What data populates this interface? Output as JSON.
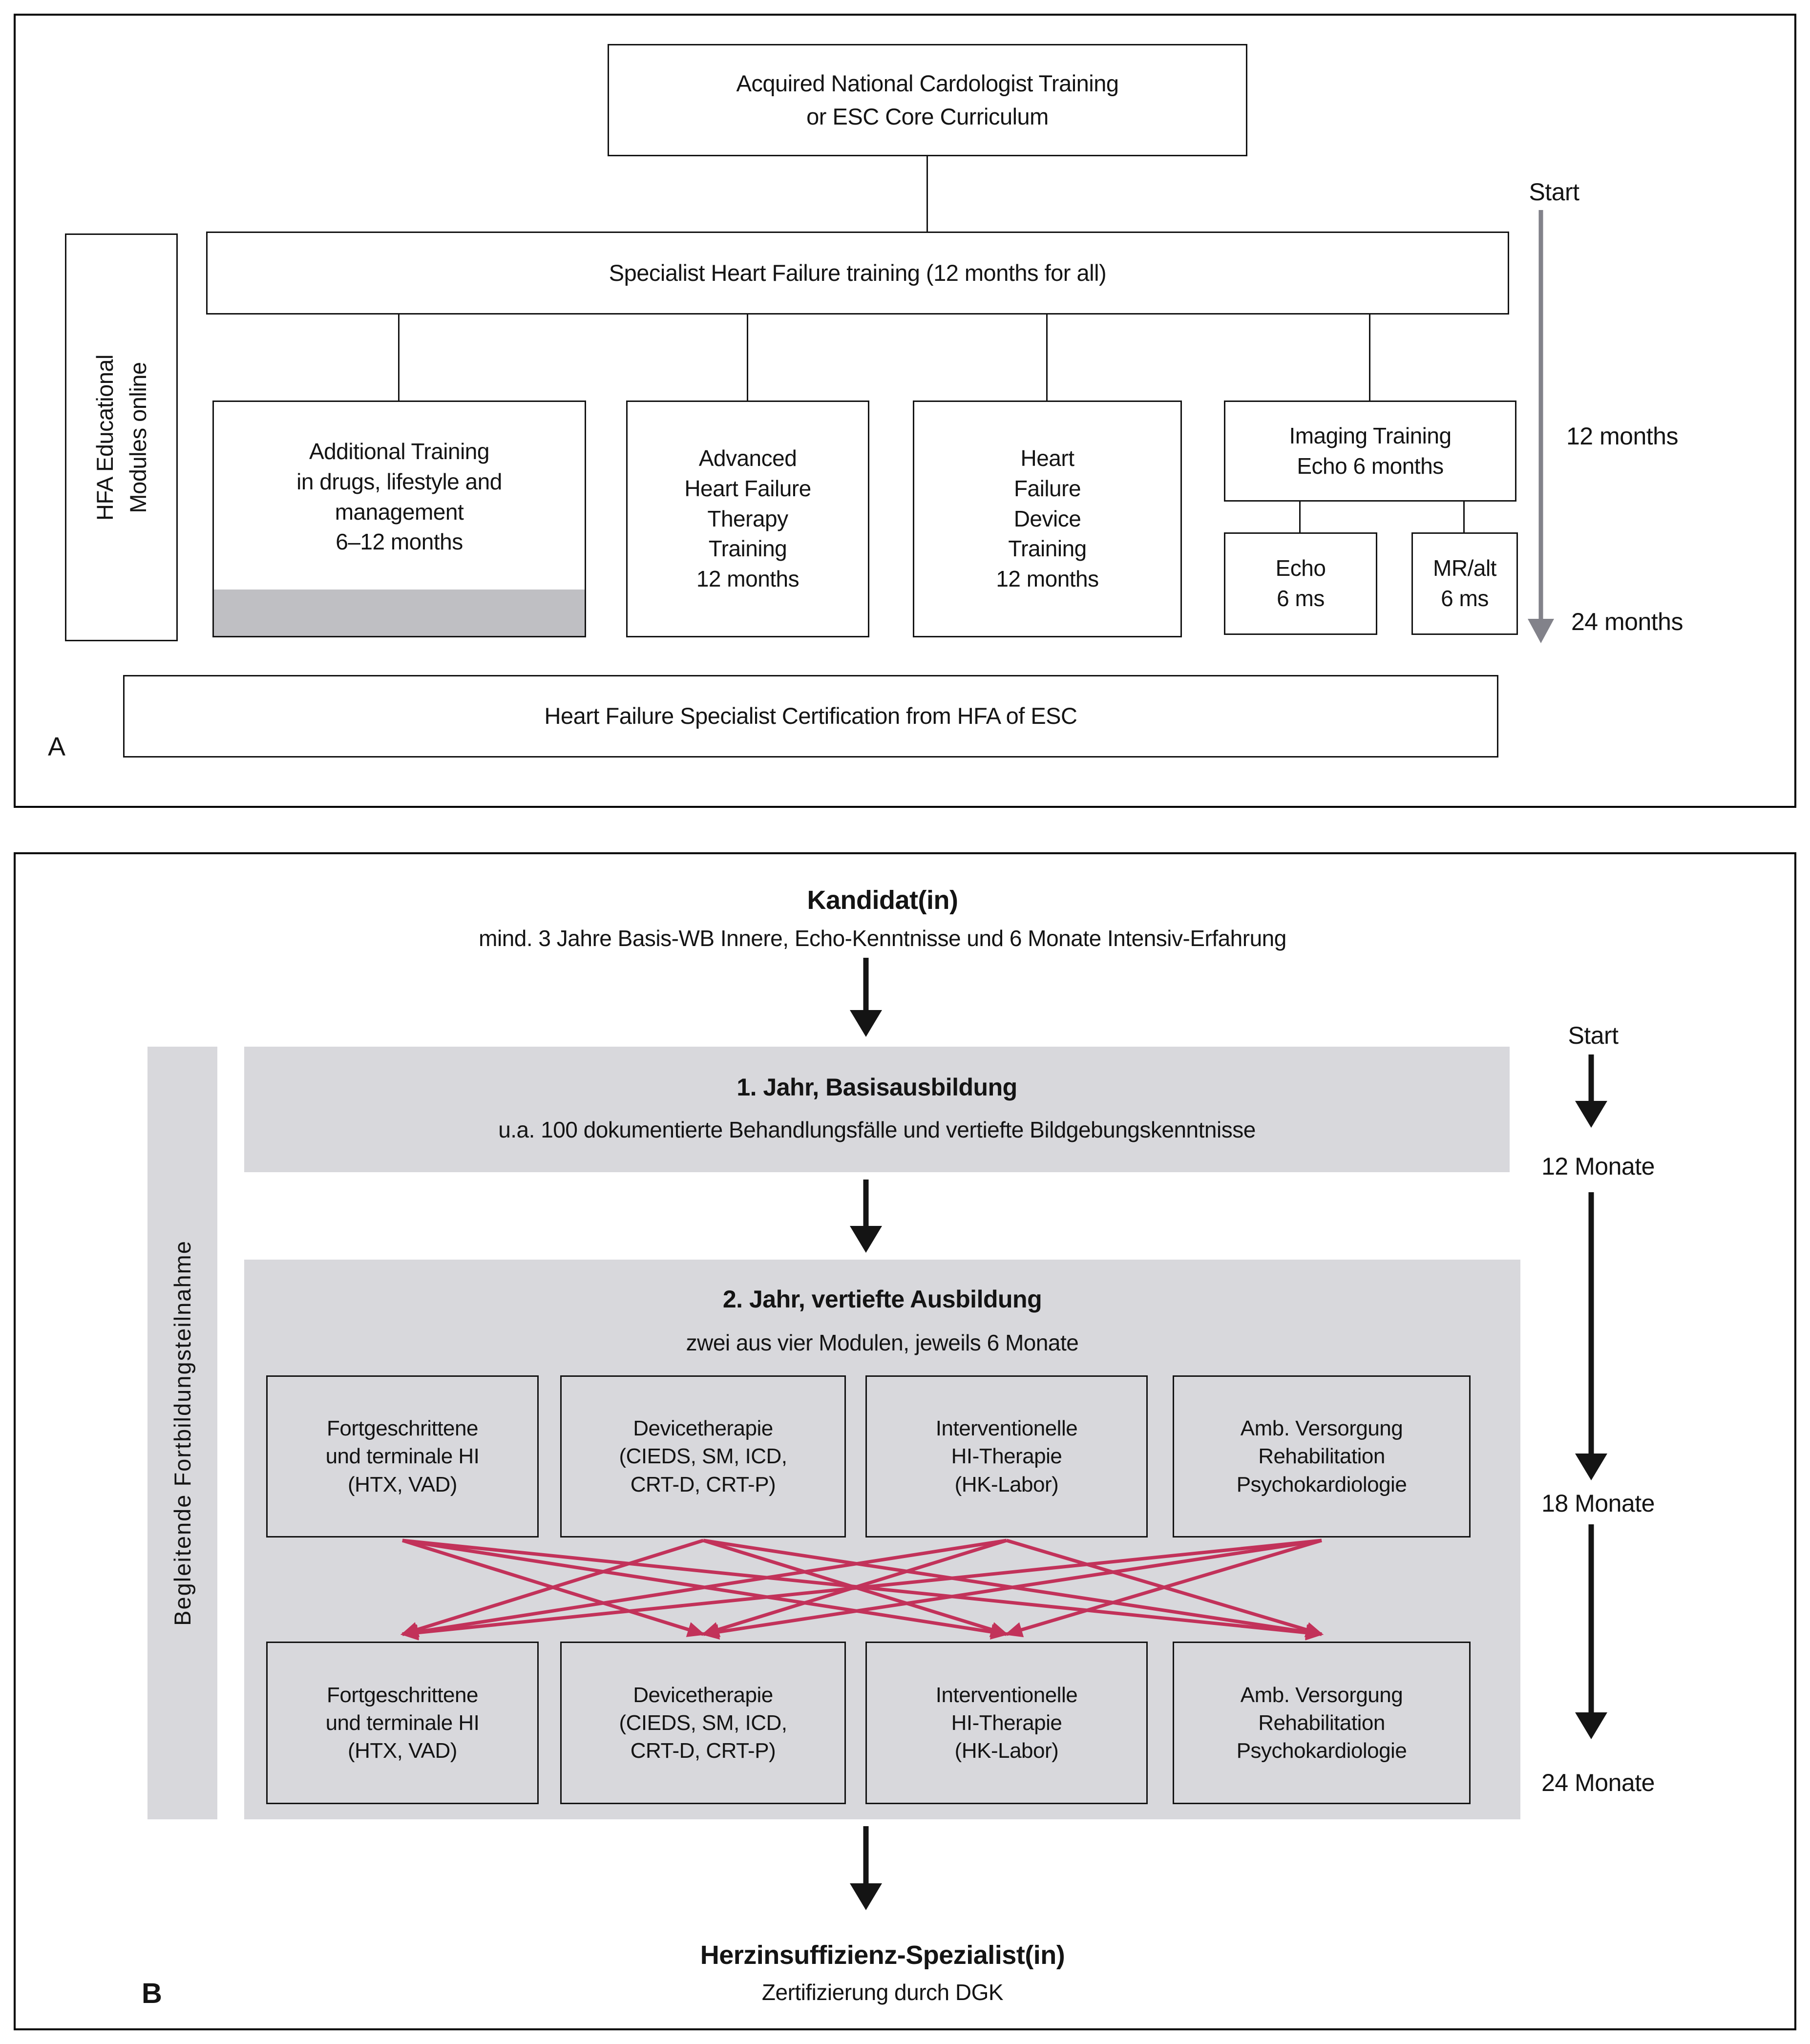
{
  "colors": {
    "ink": "#141414",
    "panel_gray": "#d8d8dc",
    "strip_gray": "#bfbfc3",
    "arrow_gray": "#82828a",
    "arrow_red": "#c2325a"
  },
  "panel_a": {
    "label": "A",
    "top_box": "Acquired National Cardologist Training\nor ESC Core Curriculum",
    "side_box": "HFA Educational\nModules online",
    "specialist_box": "Specialist Heart Failure training (12 months for all)",
    "additional_box": "Additional Training\nin drugs, lifestyle and\nmanagement\n6–12 months",
    "advanced_box": "Advanced\nHeart Failure\nTherapy\nTraining\n12 months",
    "device_box": "Heart\nFailure\nDevice\nTraining\n12 months",
    "imaging_box": "Imaging Training\nEcho 6 months",
    "echo_box": "Echo\n6 ms",
    "mr_box": "MR/alt\n6 ms",
    "certification_box": "Heart Failure Specialist Certification from HFA of ESC",
    "timeline": {
      "start": "Start",
      "m12": "12 months",
      "m24": "24 months"
    }
  },
  "panel_b": {
    "label": "B",
    "title": "Kandidat(in)",
    "subtitle": "mind. 3 Jahre Basis-WB Innere, Echo-Kenntnisse und 6 Monate Intensiv-Erfahrung",
    "sidebar": "Begleitende Fortbildungsteilnahme",
    "year1_title": "1. Jahr, Basisausbildung",
    "year1_subtitle": "u.a. 100 dokumentierte Behandlungsfälle und vertiefte Bildgebungskenntnisse",
    "year2_title": "2. Jahr, vertiefte Ausbildung",
    "year2_subtitle": "zwei aus vier Modulen, jeweils 6 Monate",
    "modules": [
      "Fortgeschrittene\nund terminale HI\n(HTX, VAD)",
      "Devicetherapie\n(CIEDS, SM, ICD,\nCRT-D, CRT-P)",
      "Interventionelle\nHI-Therapie\n(HK-Labor)",
      "Amb. Versorgung\nRehabilitation\nPsychokardiologie"
    ],
    "timeline": {
      "start": "Start",
      "m12": "12 Monate",
      "m18": "18 Monate",
      "m24": "24 Monate"
    },
    "result_title": "Herzinsuffizienz-Spezialist(in)",
    "result_subtitle": "Zertifizierung durch DGK"
  }
}
